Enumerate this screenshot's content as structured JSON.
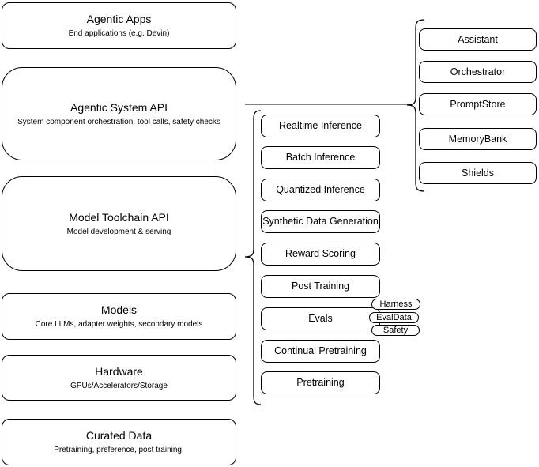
{
  "diagram": {
    "left_stack": [
      {
        "title": "Agentic Apps",
        "subtitle": "End applications (e.g. Devin)"
      },
      {
        "title": "Agentic System API",
        "subtitle": "System component orchestration, tool calls, safety checks"
      },
      {
        "title": "Model Toolchain API",
        "subtitle": "Model development & serving"
      },
      {
        "title": "Models",
        "subtitle": "Core LLMs, adapter weights, secondary models"
      },
      {
        "title": "Hardware",
        "subtitle": "GPUs/Accelerators/Storage"
      },
      {
        "title": "Curated Data",
        "subtitle": "Pretraining, preference, post training."
      }
    ],
    "toolchain_items": [
      "Realtime Inference",
      "Batch Inference",
      "Quantized Inference",
      "Synthetic Data Generation",
      "Reward Scoring",
      "Post Training",
      "Evals",
      "Continual Pretraining",
      "Pretraining"
    ],
    "evals_tags": [
      "Harness",
      "EvalData",
      "Safety"
    ],
    "system_components": [
      "Assistant",
      "Orchestrator",
      "PromptStore",
      "MemoryBank",
      "Shields"
    ],
    "colors": {
      "background": "#ffffff",
      "node_fill": "#ffffff",
      "node_stroke": "#000000",
      "connector_line": "#595959",
      "text": "#000000"
    }
  }
}
